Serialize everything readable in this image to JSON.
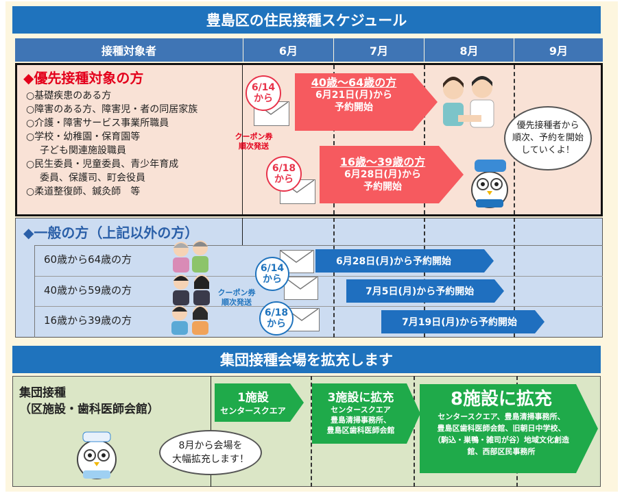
{
  "title": "豊島区の住民接種スケジュール",
  "columns": {
    "target": "接種対象者",
    "months": [
      "6月",
      "7月",
      "8月",
      "9月"
    ]
  },
  "priority": {
    "heading": "◆優先接種対象の方",
    "items": [
      "○基礎疾患のある方",
      "○障害のある方、障害児・者の同居家族",
      "○介護・障害サービス事業所職員",
      "○学校・幼稚園・保育園等",
      "子ども関連施設職員",
      "○民生委員・児童委員、青少年育成",
      "委員、保護司、町会役員",
      "○柔道整復師、鍼灸師　等"
    ],
    "coupon_label_1": "クーポン券",
    "coupon_label_2": "順次発送",
    "wave1": {
      "date": "6/14",
      "suffix": "から",
      "age": "40歳～64歳の方",
      "line2": "6月21日(月)から",
      "line3": "予約開始"
    },
    "wave2": {
      "date": "6/18",
      "suffix": "から",
      "age": "16歳～39歳の方",
      "line2": "6月28日(月)から",
      "line3": "予約開始"
    },
    "bubble": [
      "優先接種者から",
      "順次、予約を開始",
      "していくよ！"
    ]
  },
  "general": {
    "heading": "◆一般の方（上記以外の方）",
    "rows": [
      {
        "label": "60歳から64歳の方",
        "bar": "6月28日(月)から予約開始"
      },
      {
        "label": "40歳から59歳の方",
        "bar": "7月5日(月)から予約開始"
      },
      {
        "label": "16歳から39歳の方",
        "bar": "7月19日(月)から予約開始"
      }
    ],
    "coupon_label_1": "クーポン券",
    "coupon_label_2": "順次発送",
    "date1": "6/14",
    "date1_suffix": "から",
    "date2": "6/18",
    "date2_suffix": "から"
  },
  "expansion": {
    "banner": "集団接種会場を拡充します",
    "label_line1": "集団接種",
    "label_line2": "（区施設・歯科医師会館）",
    "bubble": [
      "8月から会場を",
      "大幅拡充します！"
    ],
    "step1": {
      "title": "1施設",
      "lines": [
        "センタースクエア"
      ]
    },
    "step2": {
      "title": "3施設に拡充",
      "lines": [
        "センタースクエア",
        "豊島清掃事務所、",
        "豊島区歯科医師会館"
      ]
    },
    "step3": {
      "title": "8施設に拡充",
      "lines": [
        "センタースクエア、豊島清掃事務所、",
        "豊島区歯科医師会館、旧朝日中学校、",
        "（駒込・巣鴨・雑司が谷）地域文化創造",
        "館、西部区民事務所"
      ]
    }
  },
  "colors": {
    "header_blue": "#1f73bd",
    "priority_red": "#f65a5f",
    "bar_navy": "#1f6fbf",
    "green": "#1faa4a"
  }
}
